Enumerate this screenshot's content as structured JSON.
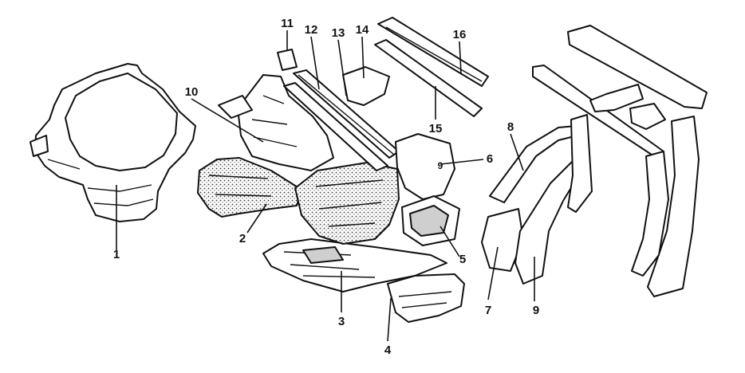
{
  "callouts": [
    {
      "id": "1",
      "label": "1"
    },
    {
      "id": "2",
      "label": "2"
    },
    {
      "id": "3",
      "label": "3"
    },
    {
      "id": "4",
      "label": "4"
    },
    {
      "id": "5",
      "label": "5"
    },
    {
      "id": "6",
      "label": "6"
    },
    {
      "id": "7",
      "label": "7"
    },
    {
      "id": "8",
      "label": "8"
    },
    {
      "id": "9a",
      "label": "9"
    },
    {
      "id": "9b",
      "label": "9"
    },
    {
      "id": "10",
      "label": "10"
    },
    {
      "id": "11",
      "label": "11"
    },
    {
      "id": "12",
      "label": "12"
    },
    {
      "id": "13",
      "label": "13"
    },
    {
      "id": "14",
      "label": "14"
    },
    {
      "id": "15",
      "label": "15"
    },
    {
      "id": "16",
      "label": "16"
    }
  ],
  "colors": {
    "line": "#111111",
    "fill": "#ffffff",
    "shade": "#cfcfcf"
  }
}
